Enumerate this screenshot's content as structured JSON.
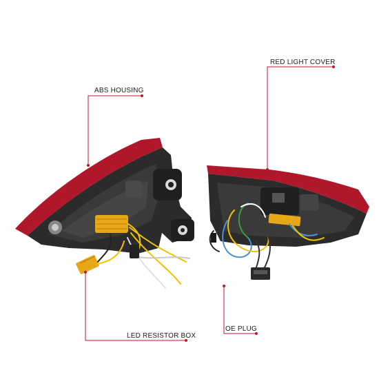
{
  "callouts": {
    "abs_housing": "ABS HOUSING",
    "red_light_cover": "RED LIGHT COVER",
    "led_resistor_box": "LED RESISTOR BOX",
    "oe_plug": "OE PLUG"
  },
  "colors": {
    "callout_line": "#c8102e",
    "lens_red": "#b0172a",
    "housing_dark": "#2b2b2b",
    "resistor_gold": "#e6a817",
    "wire_yellow": "#f2c200",
    "wire_blue": "#4a8fd6",
    "wire_green": "#3c9a3c"
  }
}
